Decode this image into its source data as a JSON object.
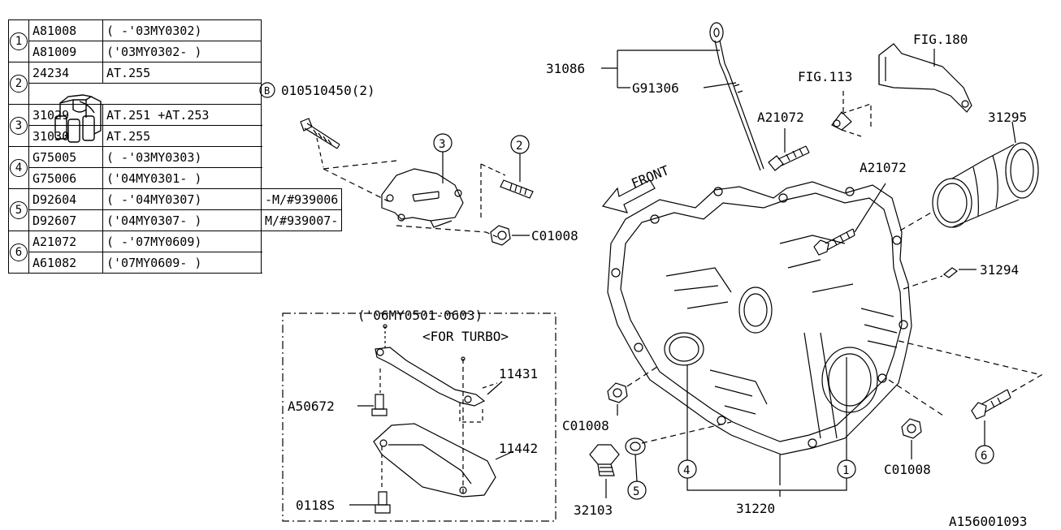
{
  "parts_table": [
    {
      "ref": "1",
      "rows": [
        {
          "part": "A81008",
          "applicability": "(   -'03MY0302)",
          "note": ""
        },
        {
          "part": "A81009",
          "applicability": "('03MY0302-    )",
          "note": ""
        }
      ]
    },
    {
      "ref": "2",
      "rows": [
        {
          "part": "24234",
          "applicability": "AT.255",
          "note": ""
        }
      ]
    },
    {
      "ref": "3",
      "rows": [
        {
          "part": "31029",
          "applicability": "AT.251 +AT.253",
          "note": ""
        },
        {
          "part": "31030",
          "applicability": "AT.255",
          "note": ""
        }
      ]
    },
    {
      "ref": "4",
      "rows": [
        {
          "part": "G75005",
          "applicability": "(   -'03MY0303)",
          "note": ""
        },
        {
          "part": "G75006",
          "applicability": "('04MY0301-    )",
          "note": ""
        }
      ]
    },
    {
      "ref": "5",
      "rows": [
        {
          "part": "D92604",
          "applicability": "(    -'04MY0307)",
          "note": "-M/#939006"
        },
        {
          "part": "D92607",
          "applicability": "('04MY0307-     )",
          "note": "M/#939007-"
        }
      ]
    },
    {
      "ref": "6",
      "rows": [
        {
          "part": "A21072",
          "applicability": "(   -'07MY0609)",
          "note": ""
        },
        {
          "part": "A61082",
          "applicability": "('07MY0609-    )",
          "note": ""
        }
      ]
    }
  ],
  "labels": {
    "bolt_ref": "010510450(2)",
    "bolt_b": "B",
    "c01008_top": "C01008",
    "c01008_left": "C01008",
    "c01008_right": "C01008",
    "p31086": "31086",
    "g91306": "G91306",
    "fig113": "FIG.113",
    "fig180": "FIG.180",
    "a21072_top": "A21072",
    "a21072_mid": "A21072",
    "p31295": "31295",
    "p31294": "31294",
    "front": "FRONT",
    "turbo_range": "('06MY0501-0603)",
    "turbo_label": "<FOR TURBO>",
    "p11431": "11431",
    "a50672": "A50672",
    "p11442": "11442",
    "p0118s": "0118S",
    "p32103": "32103",
    "p31220": "31220",
    "drawing_no": "A156001093",
    "callout_1": "1",
    "callout_2": "2",
    "callout_3": "3",
    "callout_4": "4",
    "callout_5": "5",
    "callout_6": "6"
  }
}
